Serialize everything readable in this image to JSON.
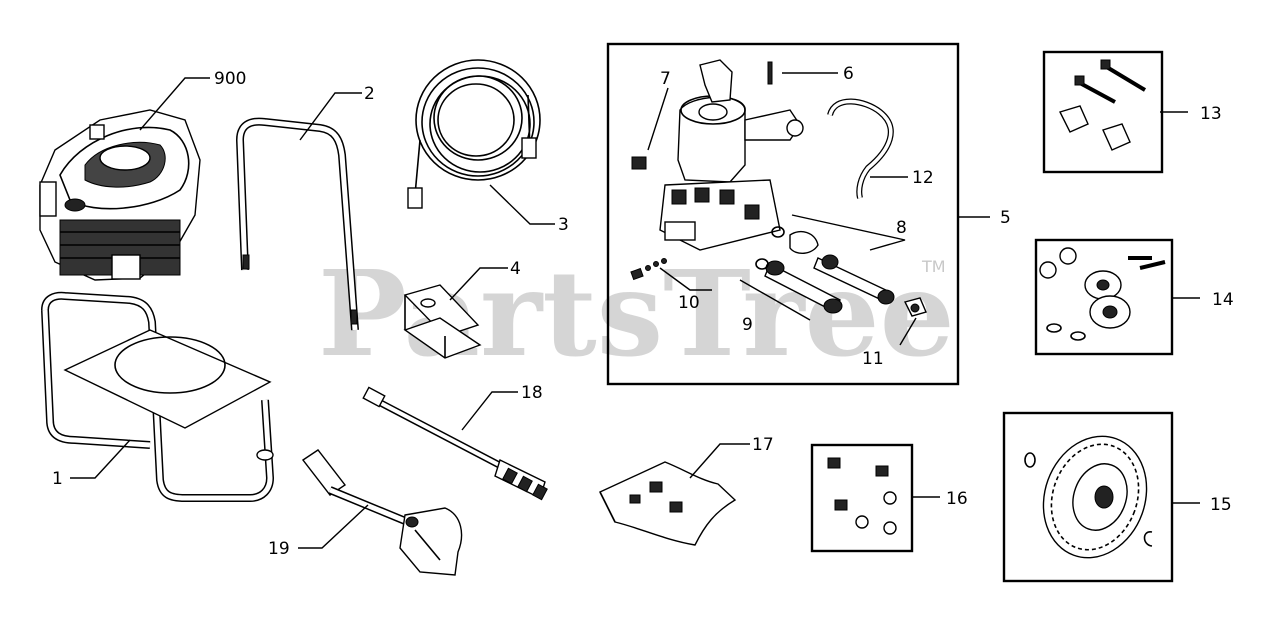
{
  "watermark": {
    "text": "PartsTree",
    "trademark": "TM"
  },
  "callouts": [
    {
      "id": "900",
      "text": "900",
      "part": "engine"
    },
    {
      "id": "2",
      "text": "2",
      "part": "handle"
    },
    {
      "id": "3",
      "text": "3",
      "part": "high-pressure-hose"
    },
    {
      "id": "4",
      "text": "4",
      "part": "bracket"
    },
    {
      "id": "1",
      "text": "1",
      "part": "frame"
    },
    {
      "id": "18",
      "text": "18",
      "part": "spray-wand"
    },
    {
      "id": "19",
      "text": "19",
      "part": "spray-gun"
    },
    {
      "id": "17",
      "text": "17",
      "part": "hardware-bag"
    },
    {
      "id": "5",
      "text": "5",
      "part": "pump-assembly"
    },
    {
      "id": "6",
      "text": "6",
      "part": "pin"
    },
    {
      "id": "7",
      "text": "7",
      "part": "fitting"
    },
    {
      "id": "12",
      "text": "12",
      "part": "tube"
    },
    {
      "id": "8",
      "text": "8",
      "part": "nozzle-set"
    },
    {
      "id": "10",
      "text": "10",
      "part": "valve-kit"
    },
    {
      "id": "9",
      "text": "9",
      "part": "inlet-kit"
    },
    {
      "id": "11",
      "text": "11",
      "part": "washer"
    },
    {
      "id": "13",
      "text": "13",
      "part": "bolt-kit"
    },
    {
      "id": "14",
      "text": "14",
      "part": "wheel-hardware"
    },
    {
      "id": "15",
      "text": "15",
      "part": "wheel"
    },
    {
      "id": "16",
      "text": "16",
      "part": "fastener-kit"
    }
  ]
}
